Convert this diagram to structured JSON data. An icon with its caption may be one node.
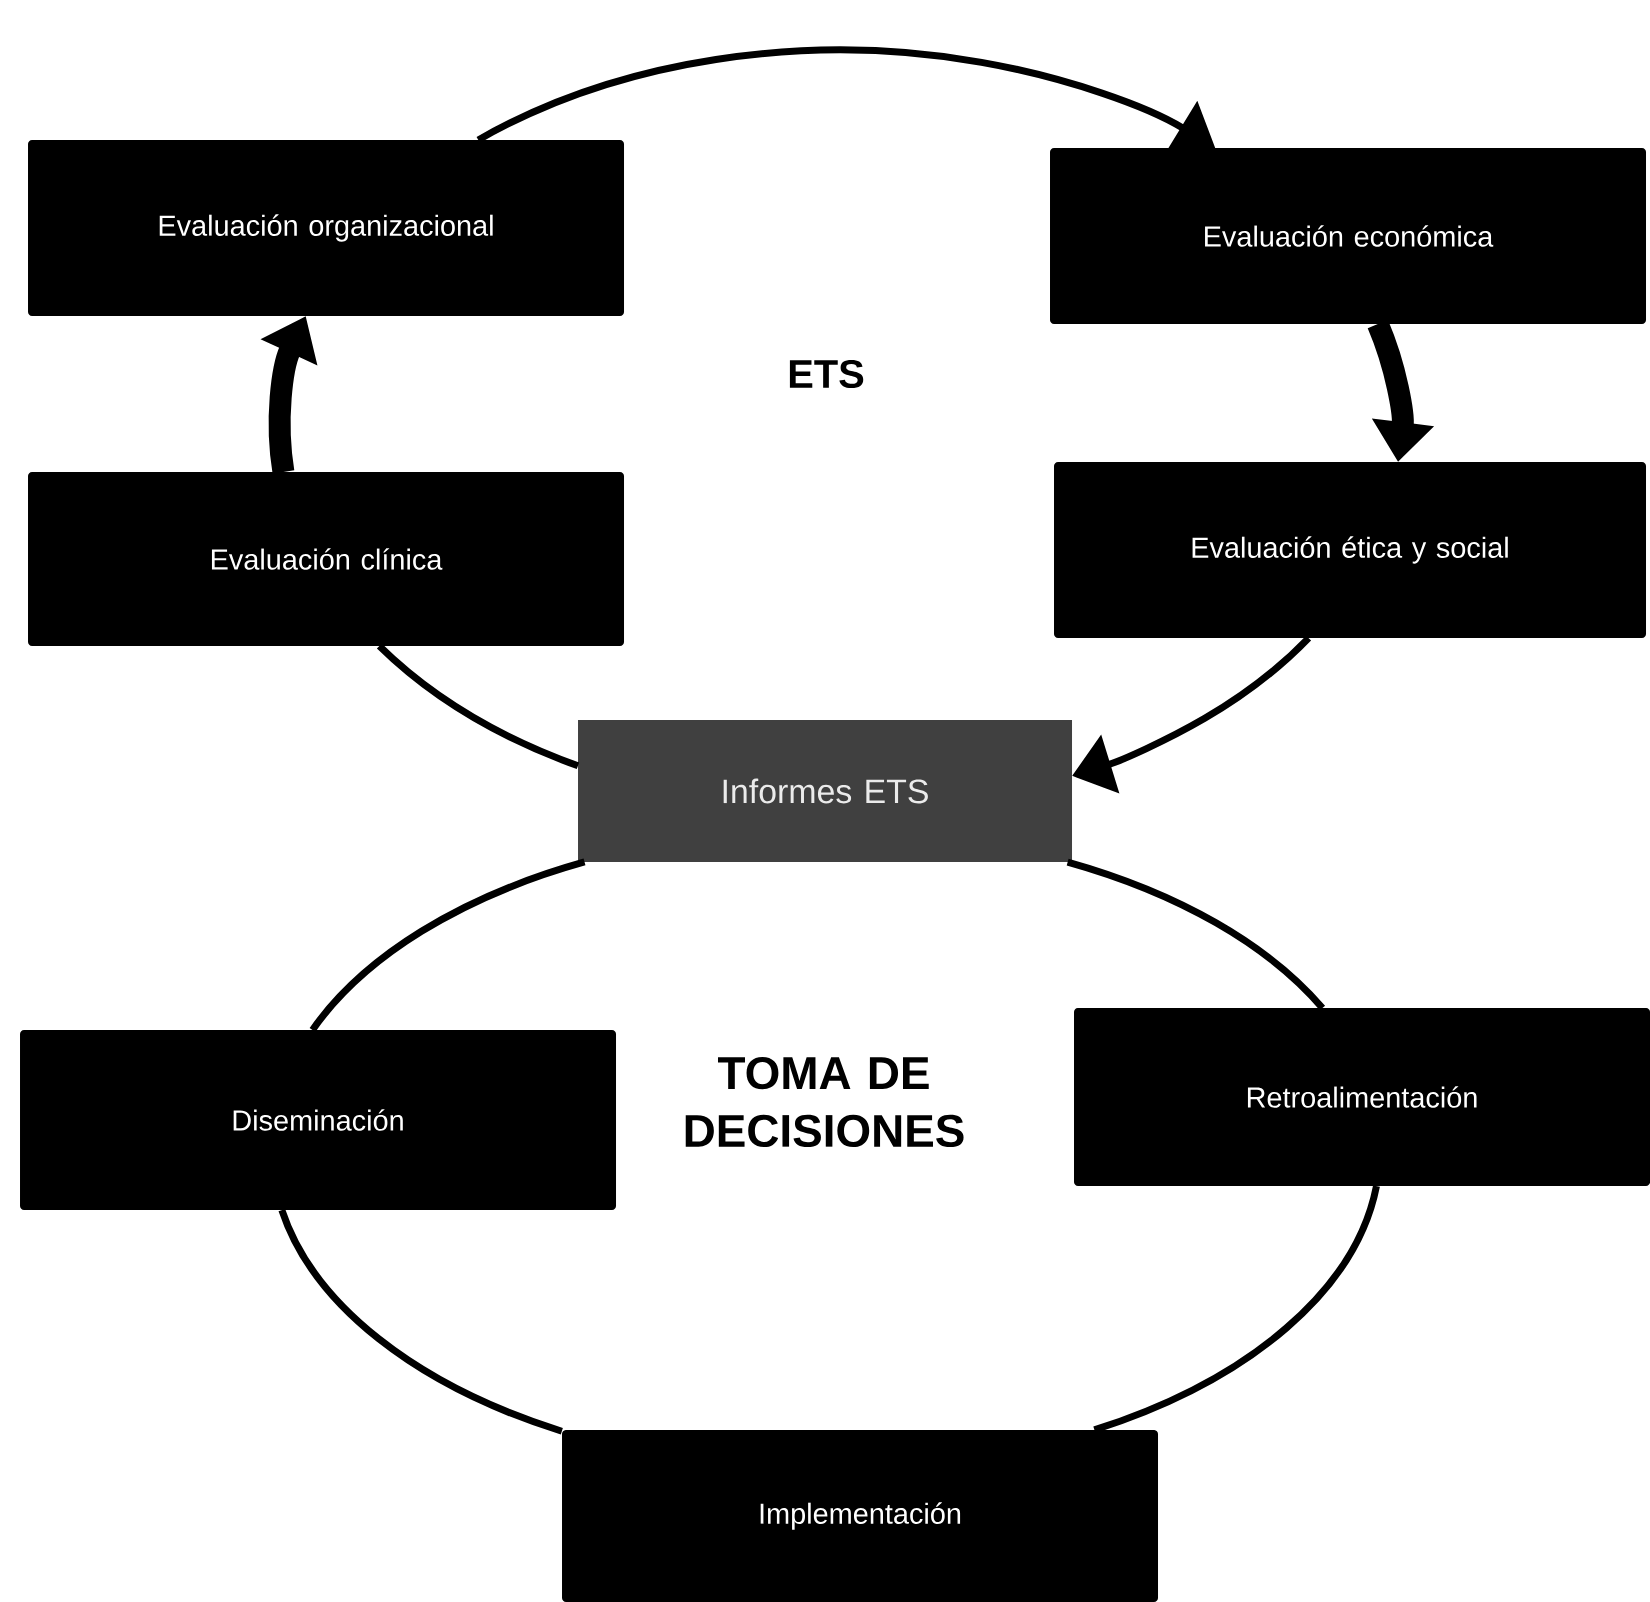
{
  "diagram": {
    "nodes": [
      {
        "text": [
          "Evaluación organizacional"
        ]
      },
      {
        "text": [
          "Evaluación económica"
        ]
      },
      {
        "text": [
          "Evaluación clínica"
        ]
      },
      {
        "text": [
          "Evaluación ética y social"
        ]
      },
      {
        "text": [
          "Informes ETS"
        ]
      },
      {
        "text": [
          "Diseminación"
        ]
      },
      {
        "text": [
          "Retroalimentación"
        ]
      },
      {
        "text": [
          "Implementación"
        ]
      }
    ],
    "edges": [
      {
        "from": 2,
        "to": 0,
        "arrow": "to",
        "style": "thick"
      },
      {
        "from": 0,
        "to": 1,
        "arrow": "to"
      },
      {
        "from": 1,
        "to": 3,
        "arrow": "to",
        "style": "thick"
      },
      {
        "from": 3,
        "to": 4,
        "arrow": "to"
      },
      {
        "from": 4,
        "to": 2,
        "arrow": "none"
      },
      {
        "from": 4,
        "to": 6,
        "arrow": "none"
      },
      {
        "from": 6,
        "to": 7,
        "arrow": "none"
      },
      {
        "from": 7,
        "to": 5,
        "arrow": "none"
      },
      {
        "from": 5,
        "to": 4,
        "arrow": "none"
      }
    ],
    "labels": [
      "ETS",
      "TOMA DE DECISIONES"
    ]
  }
}
